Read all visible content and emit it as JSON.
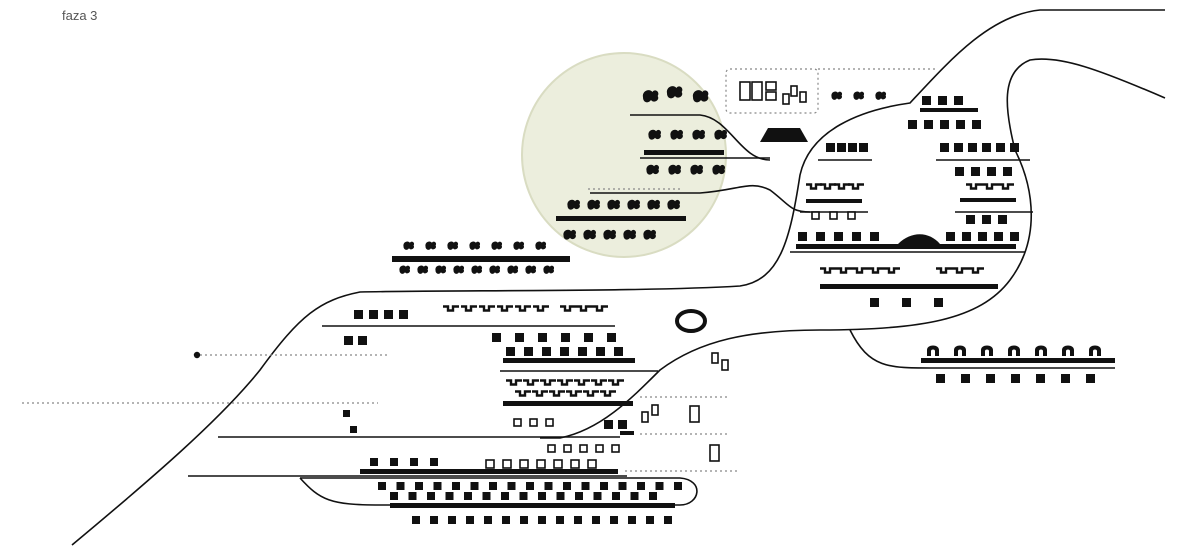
{
  "phase_label": "faza 3",
  "colors": {
    "ink": "#111111",
    "circle_fill": "#eceedd",
    "circle_stroke": "#d9dcc2",
    "dotted": "#888888",
    "background": "#ffffff"
  },
  "icons": [
    "solid-square",
    "hollow-square",
    "blob-symbol",
    "zigzag-symbol",
    "arch-symbol",
    "trapezoid-symbol",
    "ring-symbol",
    "dot"
  ]
}
